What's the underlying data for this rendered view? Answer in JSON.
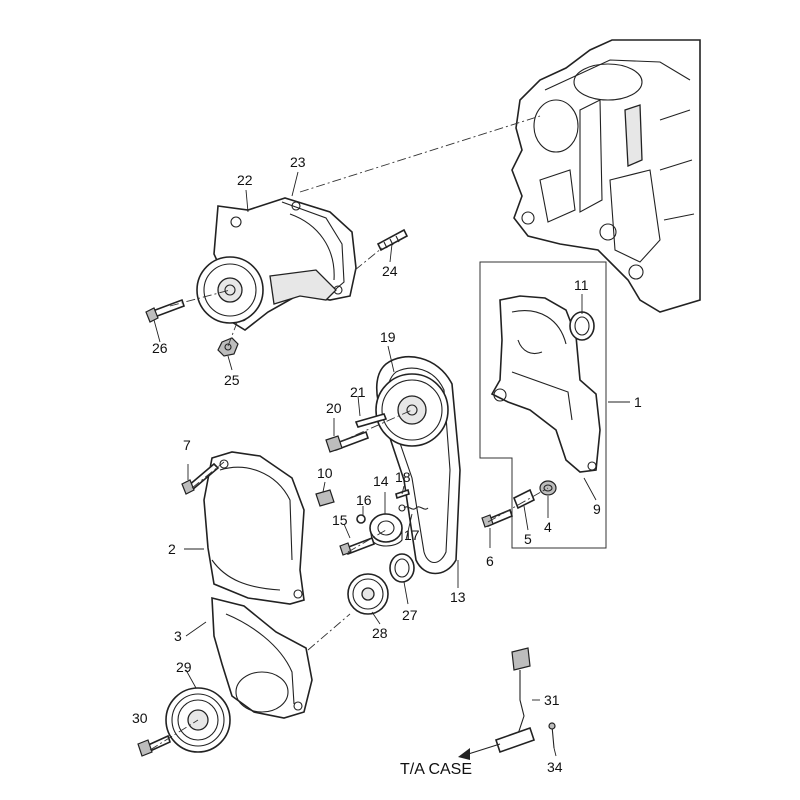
{
  "callouts": {
    "p1": "1",
    "p2": "2",
    "p3": "3",
    "p4": "4",
    "p5": "5",
    "p6": "6",
    "p7": "7",
    "p9": "9",
    "p10": "10",
    "p11": "11",
    "p13": "13",
    "p14": "14",
    "p15": "15",
    "p16": "16",
    "p17": "17",
    "p18": "18",
    "p19": "19",
    "p20": "20",
    "p21": "21",
    "p22": "22",
    "p23": "23",
    "p24": "24",
    "p25": "25",
    "p26": "26",
    "p27": "27",
    "p28": "28",
    "p29": "29",
    "p30": "30",
    "p31": "31",
    "p34": "34"
  },
  "caption": "T/A CASE"
}
